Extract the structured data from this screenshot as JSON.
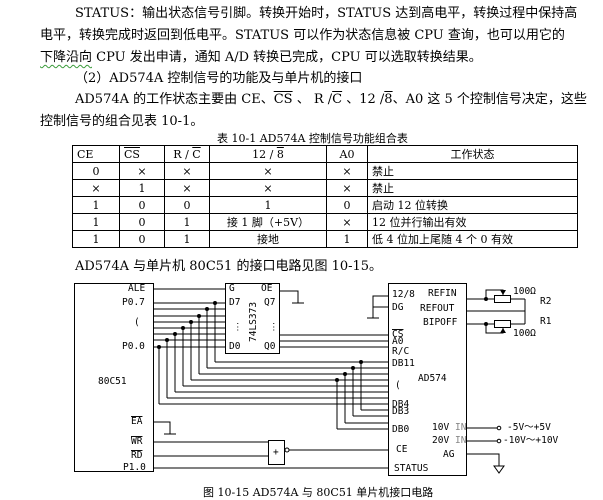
{
  "paragraphs": {
    "status_line1": "STATUS：输出状态信号引脚。转换开始时，STATUS 达到高电平，转换过程中保持高",
    "status_line2": "电平，转换完成时返回到低电平。STATUS 可以作为状态信息被 CPU 查询，也可以用它的",
    "status_line3a": "下降沿向",
    "status_line3b": " CPU 发出申请，通知 A/D 转换已完成，CPU 可以选取转换结果。",
    "section_heading": "（2）AD574A 控制信号的功能及与单片机的接口",
    "intro_line1a": "AD574A 的工作状态主要由 CE、",
    "intro_cs": "CS",
    "intro_line1b": " 、 R /",
    "intro_c": "C",
    "intro_line1c": " 、12 /",
    "intro_8": "8",
    "intro_line1d": "、A0 这 5 个控制信号决定，这些",
    "intro_line2": "控制信号的组合见表 10-1。",
    "circuit_ref": "AD574A 与单片机 80C51 的接口电路见图 10-15。"
  },
  "table": {
    "caption": "表 10-1   AD574A 控制信号功能组合表",
    "headers": {
      "ce": "CE",
      "cs": "CS",
      "rc_a": "R / ",
      "rc_b": "C",
      "b_a": "12 / ",
      "b_b": "8",
      "a0": "A0",
      "state": "工作状态"
    },
    "rows": [
      {
        "ce": "0",
        "cs": "×",
        "rc": "×",
        "b": "×",
        "a0": "×",
        "state": "禁止"
      },
      {
        "ce": "×",
        "cs": "1",
        "rc": "×",
        "b": "×",
        "a0": "×",
        "state": "禁止"
      },
      {
        "ce": "1",
        "cs": "0",
        "rc": "0",
        "b": "1",
        "a0": "0",
        "state": "启动 12 位转换"
      },
      {
        "ce": "1",
        "cs": "0",
        "rc": "1",
        "b": "接 1 脚（+5V）",
        "a0": "×",
        "state": "12 位并行输出有效"
      },
      {
        "ce": "1",
        "cs": "0",
        "rc": "1",
        "b": "接地",
        "a0": "1",
        "state": "低 4 位加上尾随 4 个 0 有效"
      }
    ]
  },
  "figure": {
    "caption": "图 10-15   AD574A 与 80C51 单片机接口电路",
    "mcu": {
      "name": "80C51",
      "ale": "ALE",
      "p07": "P0.7",
      "p00": "P0.0",
      "ea": "EA",
      "wr": "WR",
      "rd": "RD",
      "p10": "P1.0"
    },
    "latch": {
      "name": "74LS373",
      "g": "G",
      "oe": "OE",
      "d7": "D7",
      "d0": "D0",
      "q7": "Q7",
      "q0": "Q0"
    },
    "adc": {
      "name": "AD574",
      "b128": "12/8",
      "dg": "DG",
      "cs": "CS",
      "a0": "A0",
      "rc": "R/C",
      "db11": "DB11",
      "db4": "DB4",
      "db3": "DB3",
      "db0": "DB0",
      "ce": "CE",
      "status": "STATUS",
      "refin": "REFIN",
      "refout": "REFOUT",
      "bipoff": "BIPOFF",
      "v10": "10V",
      "v20": "20V",
      "in": "IN",
      "ag": "AG"
    },
    "resistors": {
      "r2": "R2",
      "r1": "R1",
      "r2_val": "100Ω",
      "r1_val": "100Ω"
    },
    "ranges": {
      "r10": "-5V～+5V",
      "r20": "-10V～+10V"
    },
    "gate": "+"
  }
}
